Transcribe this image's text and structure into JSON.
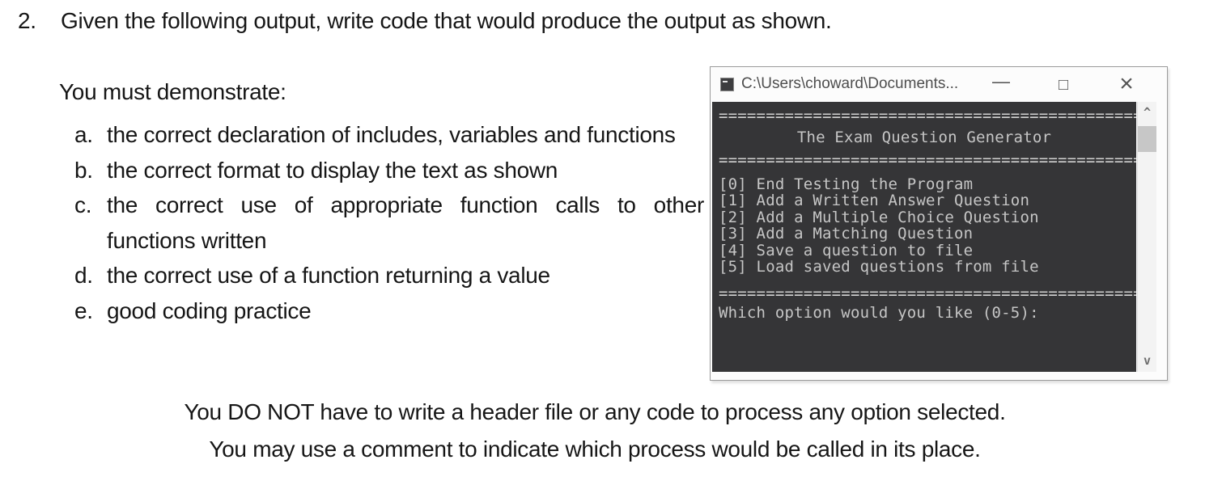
{
  "document": {
    "question_number": "2.",
    "question_text": "Given the following output, write code that would produce the output as shown.",
    "intro": "You must demonstrate:",
    "requirements": [
      {
        "letter": "a.",
        "text": "the correct declaration of includes, variables and functions"
      },
      {
        "letter": "b.",
        "text": "the correct format to display the text as shown"
      },
      {
        "letter": "c.",
        "text": "the correct use of appropriate function calls to other functions written"
      },
      {
        "letter": "d.",
        "text": "the correct use of a function returning a value"
      },
      {
        "letter": "e.",
        "text": "good coding practice"
      }
    ],
    "footer_lines": [
      "You DO NOT have to write a header file or any code to process any option selected.",
      "You may use a comment to indicate which process would be called in its place."
    ]
  },
  "console_window": {
    "title": "C:\\Users\\choward\\Documents...",
    "controls": {
      "minimize": "—",
      "maximize": "□",
      "close": "×"
    },
    "separator": "================================================",
    "banner": "The Exam Question Generator",
    "menu_items": [
      "[0] End Testing the Program",
      "[1] Add a Written Answer Question",
      "[2] Add a Multiple Choice Question",
      "[3] Add a Matching Question",
      "[4] Save a question to file",
      "[5] Load saved questions from file"
    ],
    "prompt": "Which option would you like (0-5):",
    "scrollbar": {
      "up_glyph": "^",
      "down_glyph": "v"
    },
    "colors": {
      "console_background": "#353537",
      "console_text": "#c6c6c6",
      "titlebar_background": "#fcfcfc",
      "frame_border": "#9b9b9b",
      "scrollbar_track": "#f3f3f3",
      "scrollbar_thumb": "#c7c7c7"
    }
  }
}
